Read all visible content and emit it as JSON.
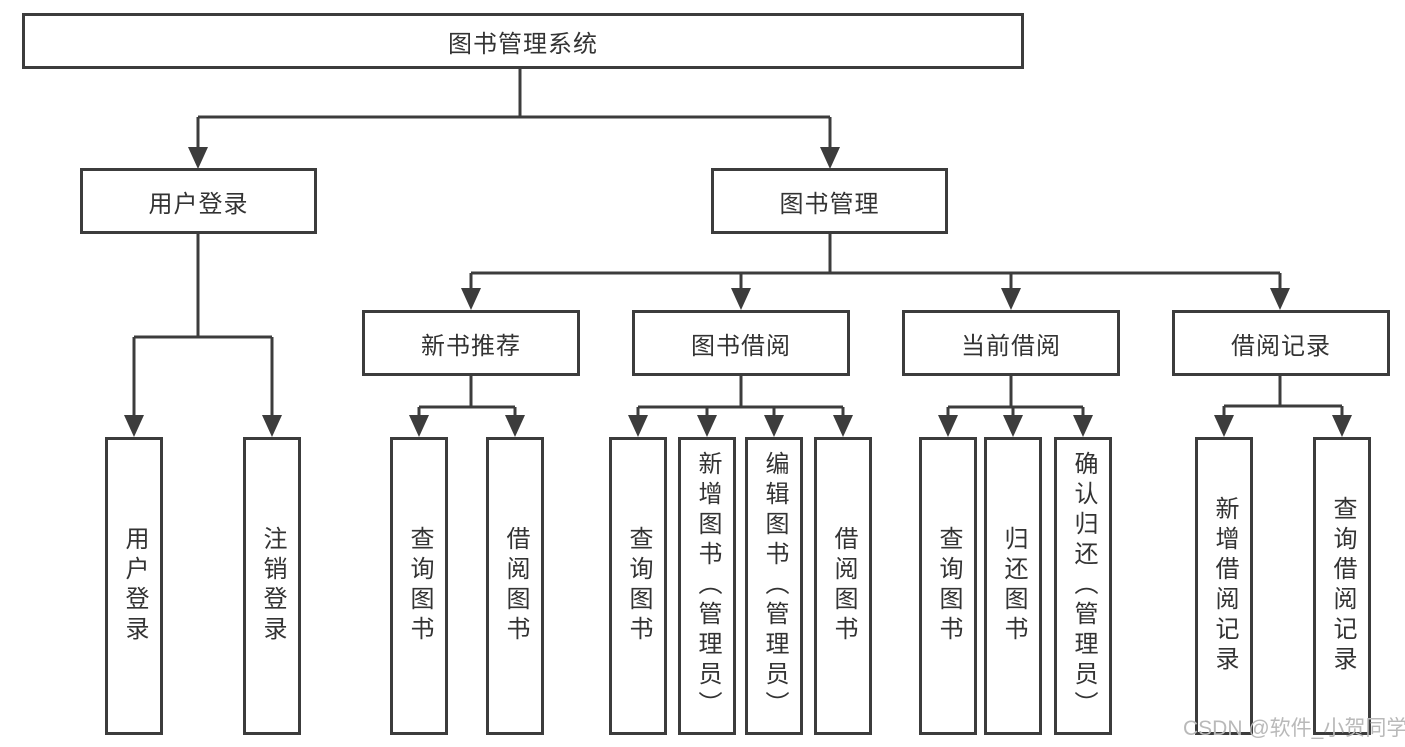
{
  "nodes": {
    "root": "图书管理系统",
    "level2": [
      "用户登录",
      "图书管理"
    ],
    "level3": [
      "新书推荐",
      "图书借阅",
      "当前借阅",
      "借阅记录"
    ],
    "leaf_user_login": [
      "用户登录",
      "注销登录"
    ],
    "leaf_new_book": [
      "查询图书",
      "借阅图书"
    ],
    "leaf_book_borrow": [
      "查询图书",
      "新增图书（管理员）",
      "编辑图书（管理员）",
      "借阅图书"
    ],
    "leaf_current_borrow": [
      "查询图书",
      "归还图书",
      "确认归还（管理员）"
    ],
    "leaf_borrow_records": [
      "新增借阅记录",
      "查询借阅记录"
    ]
  },
  "watermark": "CSDN @软件_小贺同学",
  "colors": {
    "line": "#3c3c3c",
    "text": "#333333",
    "watermark": "#b9b9b9",
    "background": "#ffffff"
  }
}
